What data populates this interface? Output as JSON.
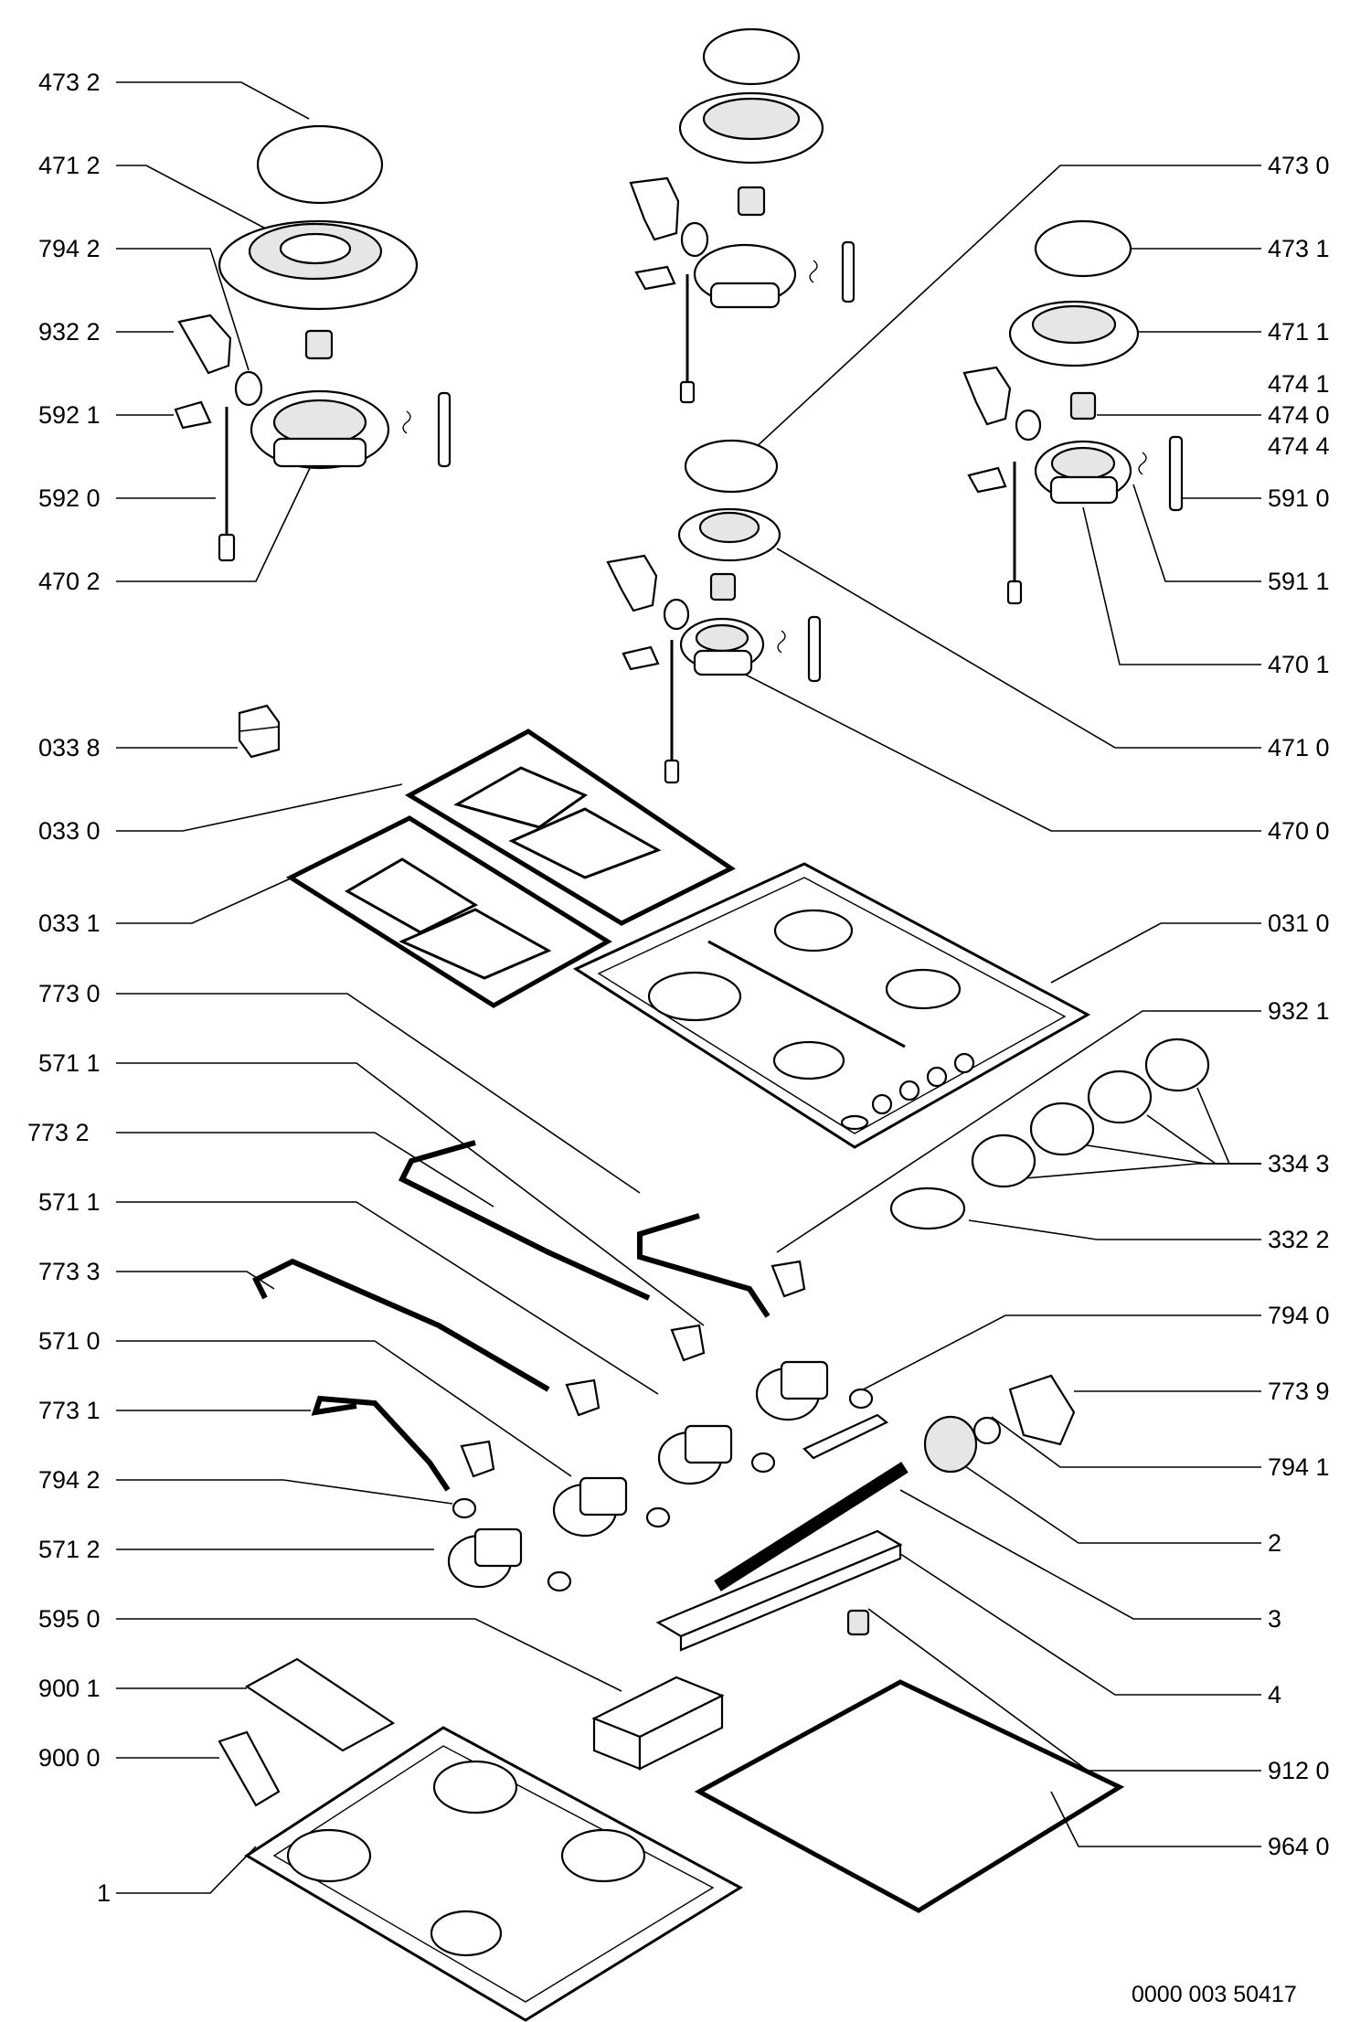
{
  "diagram": {
    "reference_code": "0000 003 50417",
    "left_labels": {
      "l1": "473 2",
      "l2": "471 2",
      "l3": "794 2",
      "l4": "932 2",
      "l5": "592 1",
      "l6": "592 0",
      "l7": "470 2",
      "l8": "033 8",
      "l9": "033 0",
      "l10": "033 1",
      "l11": "773 0",
      "l12": "571 1",
      "l13": "773  2",
      "l14": "571 1",
      "l15": "773 3",
      "l16": "571 0",
      "l17": "773 1",
      "l18": "794 2",
      "l19": "571 2",
      "l20": "595 0",
      "l21": "900 1",
      "l22": "900 0",
      "l23": "1"
    },
    "right_labels": {
      "r1": "473 0",
      "r2": "473 1",
      "r3": "471 1",
      "r4": "474 1",
      "r5": "474 0",
      "r6": "474 4",
      "r7": "591 0",
      "r8": "591 1",
      "r9": "470 1",
      "r10": "471 0",
      "r11": "470 0",
      "r12": "031 0",
      "r13": "932 1",
      "r14": "334 3",
      "r15": "332 2",
      "r16": "794 0",
      "r17": "773 9",
      "r18": "794 1",
      "r19": "2",
      "r20": "3",
      "r21": "4",
      "r22": "912 0",
      "r23": "964 0"
    }
  }
}
